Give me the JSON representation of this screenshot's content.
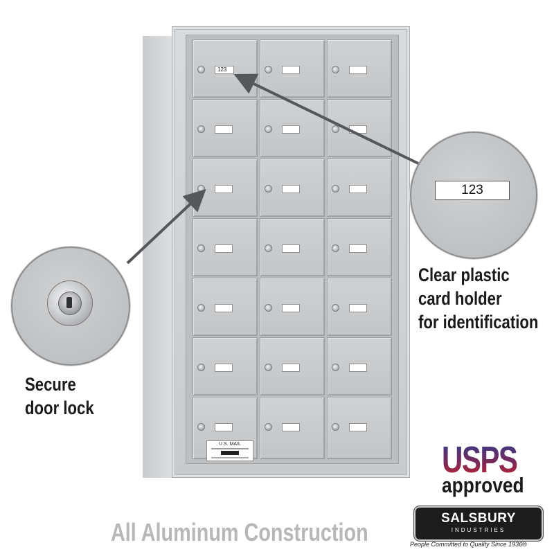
{
  "mailbox": {
    "rows": 7,
    "columns": 3,
    "sample_card_number": "123",
    "mail_plate_title": "U.S. MAIL"
  },
  "callouts": {
    "card_holder": {
      "card_number": "123",
      "label_lines": [
        "Clear plastic",
        "card holder",
        "for identification"
      ]
    },
    "lock": {
      "label_lines": [
        "Secure",
        "door lock"
      ]
    }
  },
  "footer": {
    "construction": "All Aluminum Construction"
  },
  "logos": {
    "usps": "USPS",
    "usps_approved": "approved",
    "brand_name": "SALSBURY",
    "brand_sub": "INDUSTRIES",
    "brand_tagline": "People Committed to Quality Since 1936®"
  },
  "colors": {
    "aluminum": "#c6c8ca",
    "footer_text": "#b5b7b9",
    "arrow": "#55575a",
    "badge": "#1c1c1c"
  }
}
